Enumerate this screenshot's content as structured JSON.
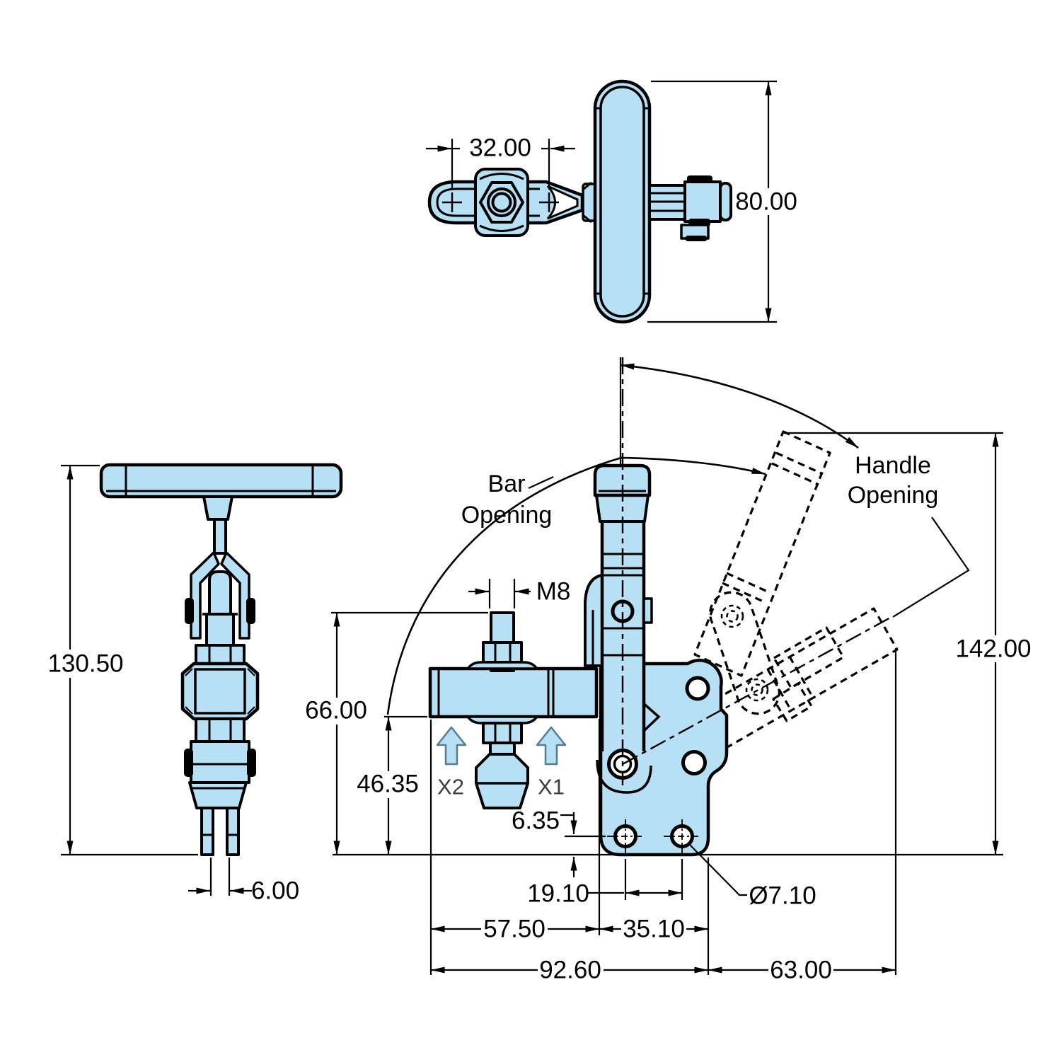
{
  "drawing": {
    "type": "engineering-drawing",
    "subject": "vertical-handle toggle clamp, three orthographic views with open-position phantom",
    "colors": {
      "part_fill": "#b7e0f4",
      "line": "#000000",
      "xlabel": "#3d3d3d",
      "arrow_outline": "#567c90"
    },
    "top_view": {
      "dim_bar_hole_spacing": "32.00",
      "dim_handle_length": "80.00"
    },
    "side_view": {
      "dim_overall_height": "130.50",
      "dim_slot_width": "6.00"
    },
    "front_view": {
      "dim_spindle_height": "66.00",
      "dim_bar_underside_height": "46.35",
      "dim_base_hole_edge_offset": "6.35",
      "dim_mount_hole_spacing": "19.10",
      "dim_bar_reach": "57.50",
      "dim_base_right_width": "35.10",
      "dim_overall_width": "92.60",
      "dim_handle_swing_reach": "63.00",
      "dim_open_height": "142.00",
      "dim_mount_hole_diameter": "Ø7.10",
      "dim_spindle_thread": "M8",
      "label_bar_opening": [
        "Bar",
        "Opening"
      ],
      "label_handle_opening": [
        "Handle",
        "Opening"
      ],
      "label_clamp_point_1": "X1",
      "label_clamp_point_2": "X2"
    }
  }
}
